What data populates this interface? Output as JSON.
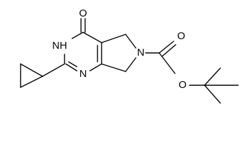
{
  "molecule": {
    "atoms": {
      "O": "O",
      "NH": "NH",
      "N_ring_lower": "N",
      "N_pyrrolidine": "N",
      "O_carbonyl": "O",
      "O_ester": "O"
    }
  },
  "colors": {
    "bond": "#000000",
    "label": "#000000",
    "background": "#ffffff"
  }
}
